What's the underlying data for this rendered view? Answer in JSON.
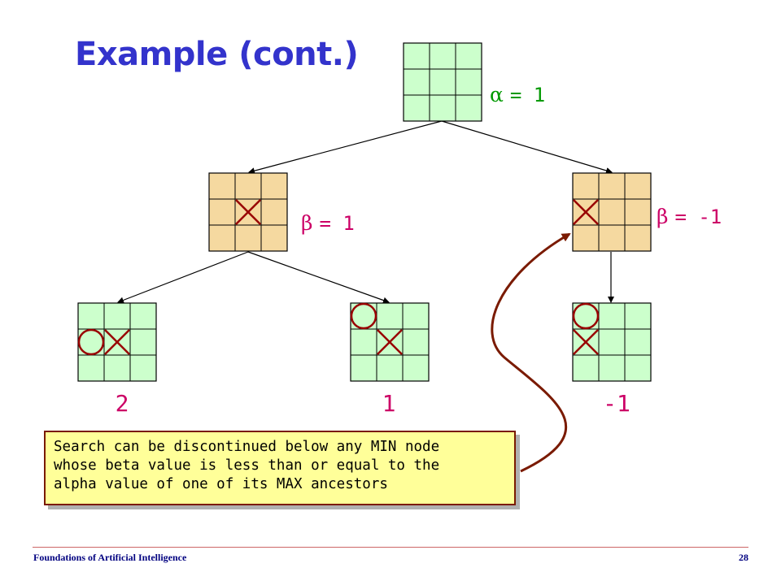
{
  "slide": {
    "title": "Example (cont.)",
    "footer_left": "Foundations of Artificial Intelligence",
    "page_number": "28"
  },
  "colors": {
    "title": "#3333cc",
    "alpha_label": "#009900",
    "beta_label": "#cc0066",
    "utility_label": "#cc0066",
    "max_board_fill": "#ccffcc",
    "min_board_fill": "#f5d9a0",
    "mark": "#990000",
    "note_fill": "#ffff99",
    "note_border": "#7a1a00"
  },
  "tree": {
    "root": {
      "type": "MAX",
      "label_symbol": "α",
      "label_value": "= 1",
      "board": [
        "",
        "",
        "",
        "",
        "",
        "",
        "",
        "",
        ""
      ]
    },
    "left_min": {
      "type": "MIN",
      "label_symbol": "β",
      "label_value": "= 1",
      "board": [
        "",
        "",
        "",
        "",
        "X",
        "",
        "",
        "",
        ""
      ]
    },
    "right_min": {
      "type": "MIN",
      "label_symbol": "β",
      "label_value": "= -1",
      "board": [
        "",
        "",
        "",
        "X",
        "",
        "",
        "",
        "",
        ""
      ]
    },
    "leaves": [
      {
        "type": "MAX",
        "value": "2",
        "board": [
          "",
          "",
          "",
          "O",
          "X",
          "",
          "",
          "",
          ""
        ]
      },
      {
        "type": "MAX",
        "value": "1",
        "board": [
          "O",
          "",
          "",
          "",
          "X",
          "",
          "",
          "",
          ""
        ]
      },
      {
        "type": "MAX",
        "value": "-1",
        "board": [
          "O",
          "",
          "",
          "X",
          "",
          "",
          "",
          "",
          ""
        ]
      }
    ]
  },
  "note": {
    "lines": [
      "Search can be discontinued below any MIN node",
      "whose beta value is  less than or equal to the",
      "alpha value of one of its MAX ancestors"
    ]
  }
}
